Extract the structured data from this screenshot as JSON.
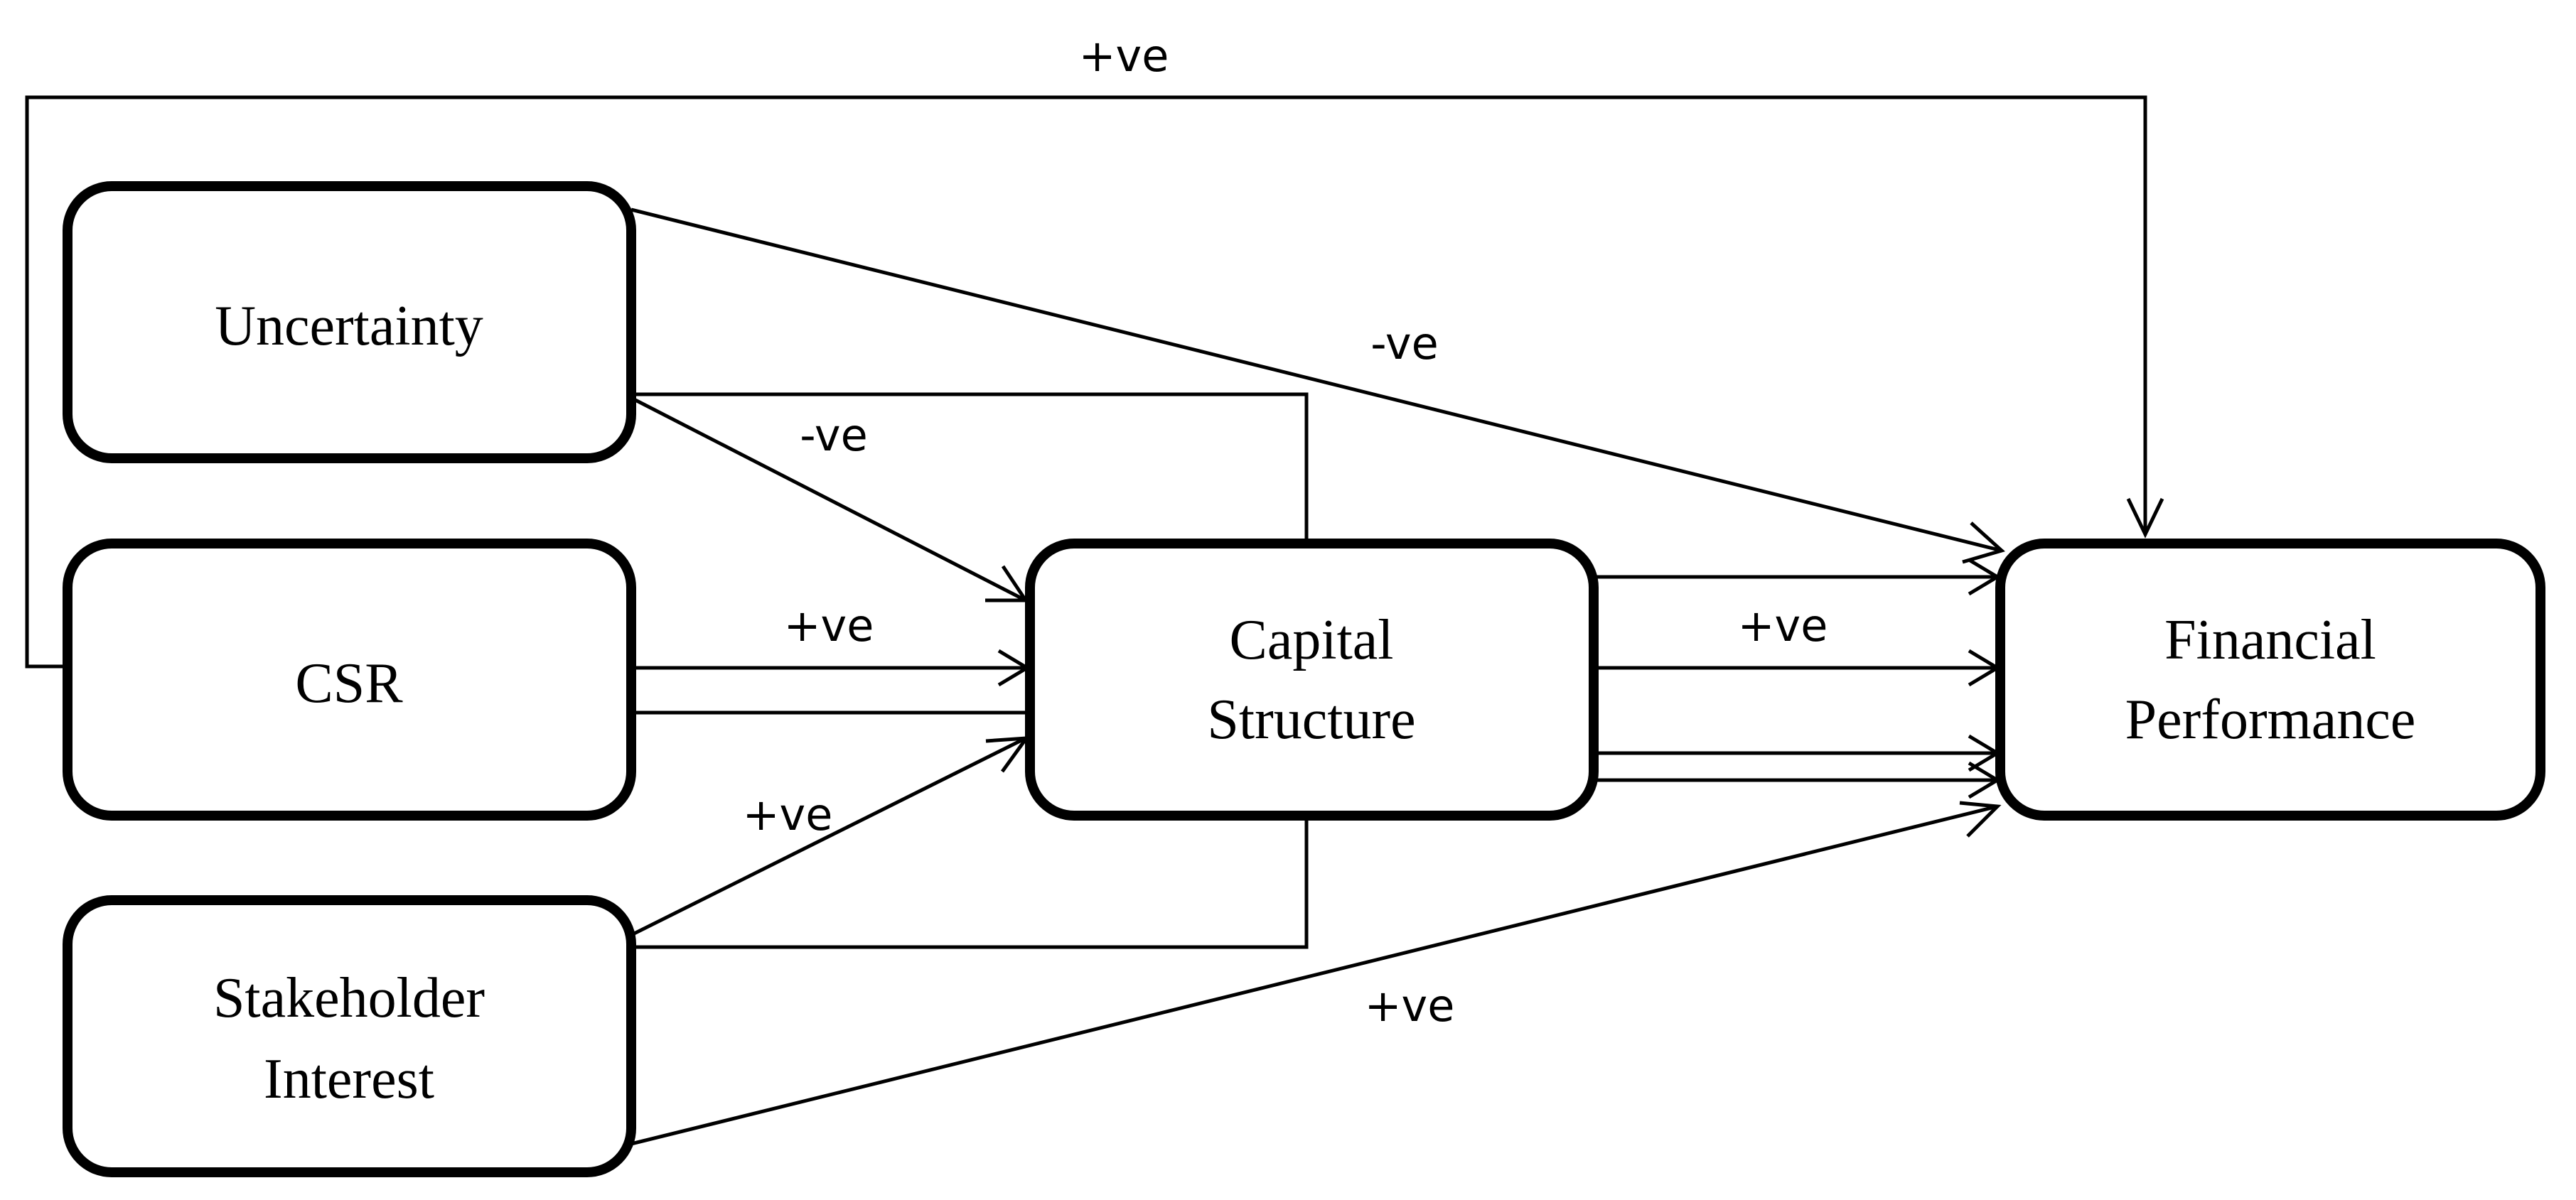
{
  "nodes": {
    "uncertainty": {
      "lines": [
        "Uncertainty"
      ]
    },
    "csr": {
      "lines": [
        "CSR"
      ]
    },
    "stakeholder_interest": {
      "lines": [
        "Stakeholder",
        "Interest"
      ]
    },
    "capital_structure": {
      "lines": [
        "Capital",
        "Structure"
      ]
    },
    "financial_performance": {
      "lines": [
        "Financial",
        "Performance"
      ]
    }
  },
  "edges": {
    "csr_to_fp_top": {
      "from": "CSR",
      "to": "Financial Performance",
      "label": "+ve"
    },
    "unc_to_fp": {
      "from": "Uncertainty",
      "to": "Financial Performance",
      "label": "-ve"
    },
    "unc_to_cs": {
      "from": "Uncertainty",
      "to": "Capital Structure",
      "label": "-ve"
    },
    "unc_to_fp_elbow": {
      "from": "Uncertainty",
      "to": "Financial Performance",
      "label": ""
    },
    "csr_to_cs": {
      "from": "CSR",
      "to": "Capital Structure",
      "label": "+ve"
    },
    "csr_to_fp_elbow": {
      "from": "CSR",
      "to": "Financial Performance",
      "label": ""
    },
    "si_to_cs": {
      "from": "Stakeholder Interest",
      "to": "Capital Structure",
      "label": "+ve"
    },
    "si_to_fp_elbow": {
      "from": "Stakeholder Interest",
      "to": "Financial Performance",
      "label": ""
    },
    "cs_to_fp": {
      "from": "Capital Structure",
      "to": "Financial Performance",
      "label": "+ve"
    },
    "si_to_fp": {
      "from": "Stakeholder Interest",
      "to": "Financial Performance",
      "label": "+ve"
    }
  }
}
